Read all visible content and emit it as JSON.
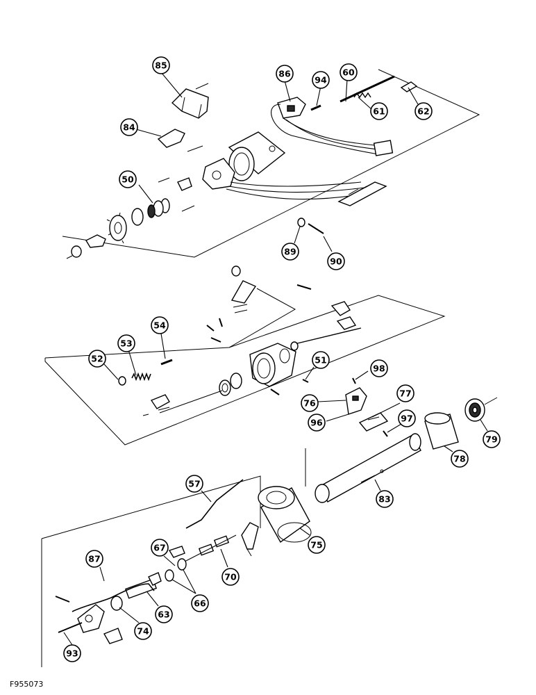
{
  "figure_code": "F955073",
  "callouts": [
    {
      "id": "85",
      "label": "85"
    },
    {
      "id": "84",
      "label": "84"
    },
    {
      "id": "86",
      "label": "86"
    },
    {
      "id": "94",
      "label": "94"
    },
    {
      "id": "60",
      "label": "60"
    },
    {
      "id": "61",
      "label": "61"
    },
    {
      "id": "62",
      "label": "62"
    },
    {
      "id": "50",
      "label": "50"
    },
    {
      "id": "89",
      "label": "89"
    },
    {
      "id": "90",
      "label": "90"
    },
    {
      "id": "54",
      "label": "54"
    },
    {
      "id": "53",
      "label": "53"
    },
    {
      "id": "52",
      "label": "52"
    },
    {
      "id": "51",
      "label": "51"
    },
    {
      "id": "98",
      "label": "98"
    },
    {
      "id": "76",
      "label": "76"
    },
    {
      "id": "77",
      "label": "77"
    },
    {
      "id": "96",
      "label": "96"
    },
    {
      "id": "97",
      "label": "97"
    },
    {
      "id": "79",
      "label": "79"
    },
    {
      "id": "78",
      "label": "78"
    },
    {
      "id": "57",
      "label": "57"
    },
    {
      "id": "83",
      "label": "83"
    },
    {
      "id": "75",
      "label": "75"
    },
    {
      "id": "67",
      "label": "67"
    },
    {
      "id": "87",
      "label": "87"
    },
    {
      "id": "70",
      "label": "70"
    },
    {
      "id": "66",
      "label": "66"
    },
    {
      "id": "63",
      "label": "63"
    },
    {
      "id": "74",
      "label": "74"
    },
    {
      "id": "93",
      "label": "93"
    }
  ]
}
